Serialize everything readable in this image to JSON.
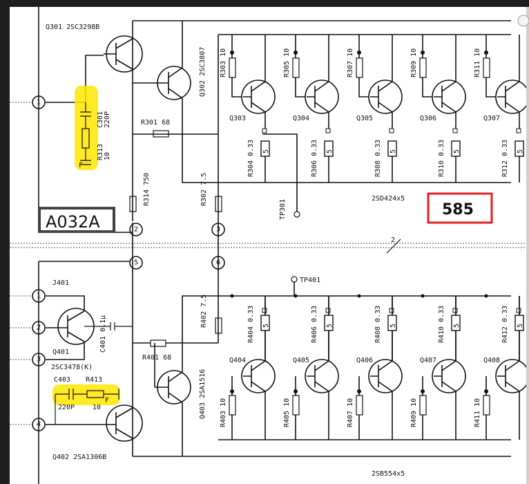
{
  "module_label": "A032A",
  "page_number": "585",
  "colors": {
    "highlight": "#ffe600",
    "badge_border": "#e02020",
    "ink": "#111111",
    "paper": "#ffffff"
  },
  "upper": {
    "q301": "Q301 2SC3298B",
    "q302": "Q302 2SC3807",
    "r301": "R301 68",
    "r314": "R314 750",
    "r302": "R302 7.5",
    "c301": "C301",
    "c301_val": "220P",
    "r313": "R313",
    "r313_val": "10",
    "f": "F",
    "tp301": "TP301",
    "part": "2SD424x5",
    "transistors": [
      "Q303",
      "Q304",
      "Q305",
      "Q306",
      "Q307"
    ],
    "base_resistors": [
      "R303 10",
      "R305 10",
      "R307 10",
      "R309 10",
      "R311 10"
    ],
    "emitter_resistors": [
      "R304 0.33",
      "R306 0.33",
      "R308 0.33",
      "R310 0.33",
      "R312 0.33"
    ],
    "fuse_value": "5"
  },
  "lower": {
    "j401": "J401",
    "q401": "Q401",
    "q401_part": "2SC3478(K)",
    "c401": "C401 0.1μ",
    "c403": "C403",
    "c403_val": "220P",
    "r413": "R413",
    "r413_val": "10",
    "f": "F",
    "r401": "R401 68",
    "r402": "R402 7.5",
    "q403": "Q403 2SA1516",
    "q402": "Q402 2SA1306B",
    "tp401": "TP401",
    "part": "2SB554x5",
    "transistors": [
      "Q404",
      "Q405",
      "Q406",
      "Q407",
      "Q408"
    ],
    "base_resistors": [
      "R403 10",
      "R405 10",
      "R407 10",
      "R409 10",
      "R411 10"
    ],
    "emitter_resistors": [
      "R404 0.33",
      "R406 0.33",
      "R408 0.33",
      "R410 0.33",
      "R412 0.33"
    ],
    "fuse_value": "5"
  },
  "terminals": {
    "upper_left": [
      "1"
    ],
    "upper_bottom": [
      "2",
      "3"
    ],
    "lower_top": [
      "5",
      "6"
    ],
    "lower_left": [
      "1",
      "2",
      "3",
      "4"
    ]
  },
  "bus_mark": "2"
}
